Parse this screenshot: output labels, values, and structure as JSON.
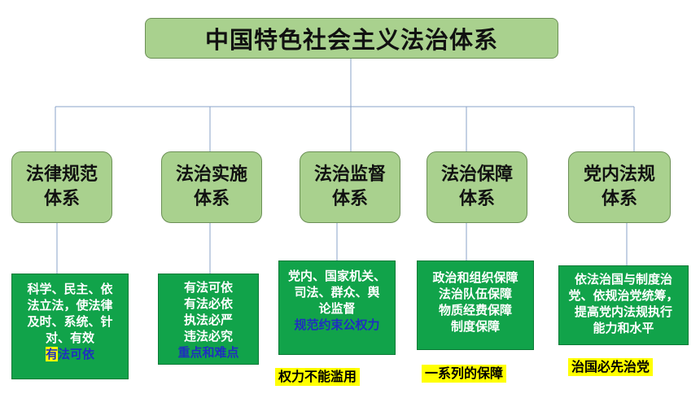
{
  "title": "中国特色社会主义法治体系",
  "colors": {
    "node_fill": "#a9d18e",
    "detail_fill": "#11a34a",
    "highlight": "#ffff00",
    "connector": "#8aa3c8",
    "emphasis_text": "#1f2fbf"
  },
  "systems": [
    {
      "line1": "法律规范",
      "line2": "体系",
      "detail_lines": [
        "科学、民主、依",
        "法立法，使法律",
        "及时、系统、针",
        "对、有效"
      ],
      "key_hl": "有",
      "key_rest": "法可依"
    },
    {
      "line1": "法治实施",
      "line2": "体系",
      "detail_lines": [
        "有法可依",
        "有法必依",
        "执法必严",
        "违法必究"
      ],
      "key": "重点和难点"
    },
    {
      "line1": "法治监督",
      "line2": "体系",
      "detail_lines": [
        "党内、国家机关、",
        "司法、群众、舆",
        "论监督"
      ],
      "key": "规范约束公权力",
      "note": "权力不能滥用"
    },
    {
      "line1": "法治保障",
      "line2": "体系",
      "detail_lines": [
        "政治和组织保障",
        "法治队伍保障",
        "物质经费保障",
        "制度保障"
      ],
      "note": "一系列的保障"
    },
    {
      "line1": "党内法规",
      "line2": "体系",
      "detail_lines": [
        "依法治国与制度治",
        "党、依规治党统筹，",
        "提高党内法规执行",
        "能力和水平"
      ],
      "note": "治国必先治党"
    }
  ]
}
